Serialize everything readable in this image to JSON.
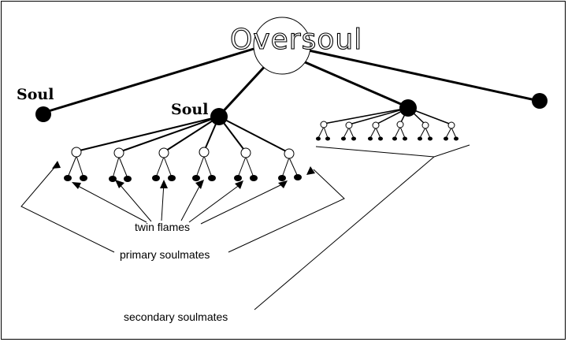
{
  "diagram": {
    "title": "Oversoul",
    "soul_left_label": "Soul",
    "soul_center_label": "Soul",
    "twin_flames_label": "twin flames",
    "primary_soulmates_label": "primary soulmates",
    "secondary_soulmates_label": "secondary soulmates"
  },
  "colors": {
    "line": "#000000",
    "node_filled": "#000000",
    "node_open": "#ffffff",
    "background": "#ffffff"
  }
}
